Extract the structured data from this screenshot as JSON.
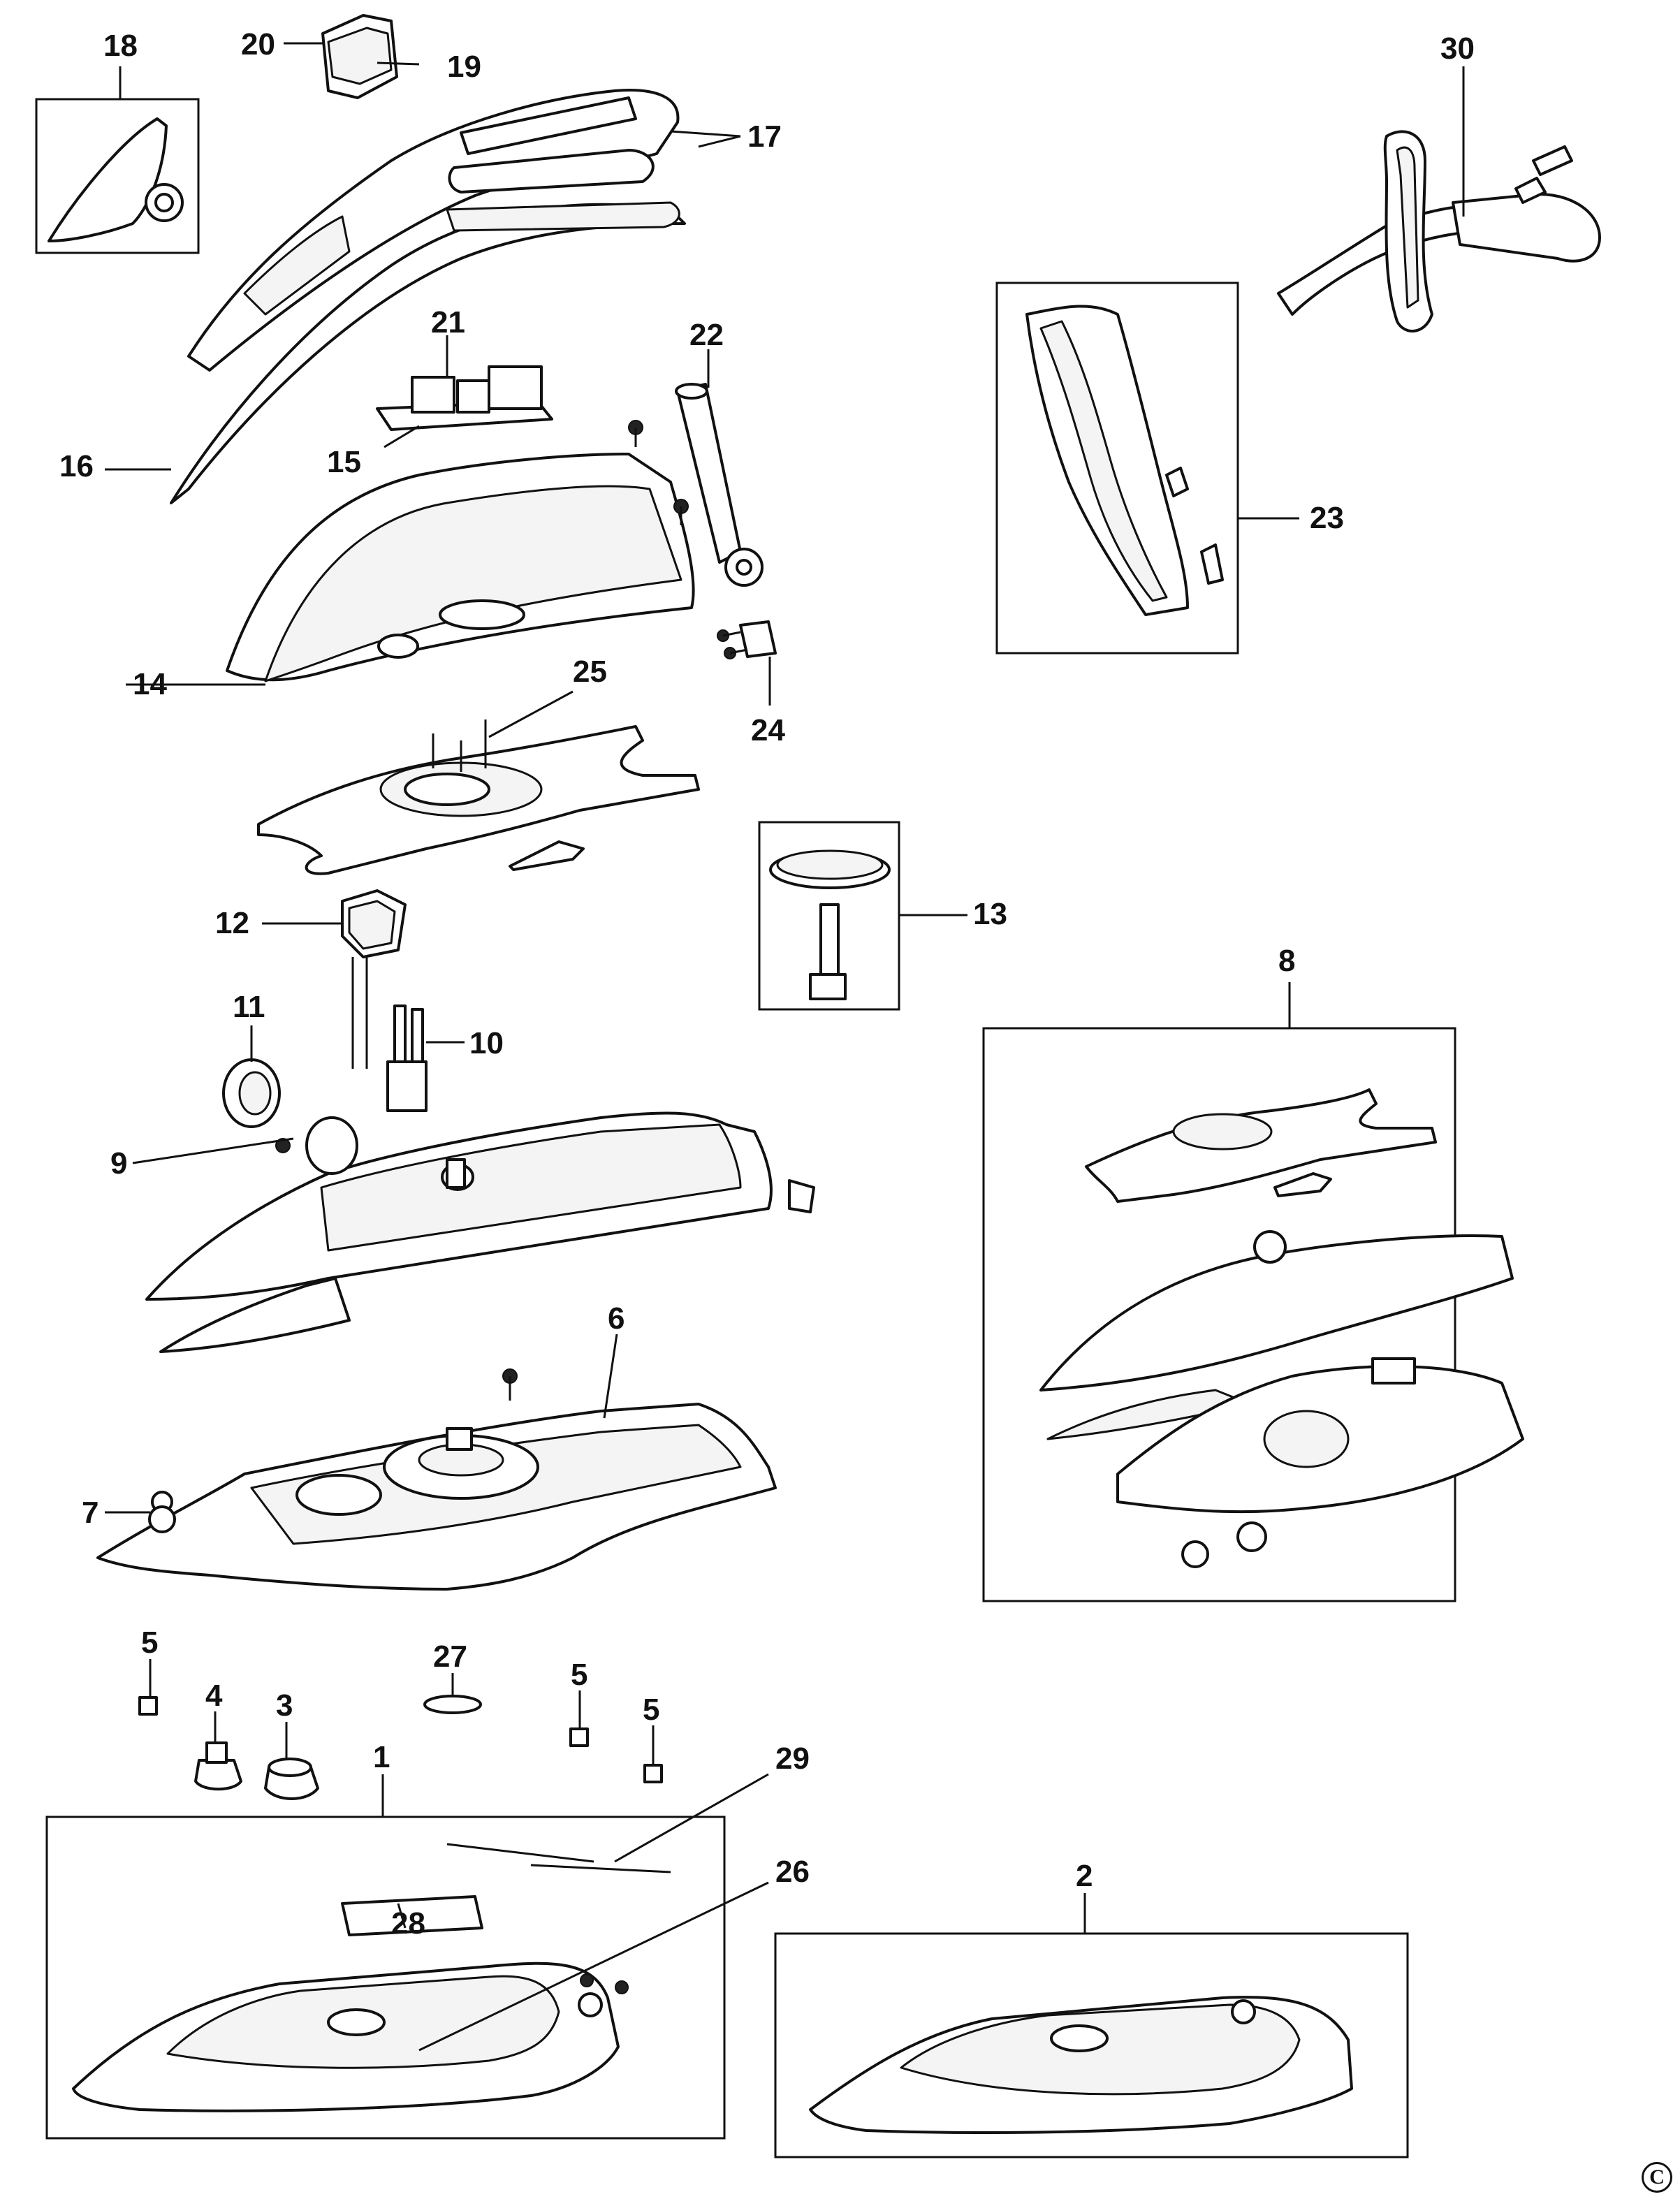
{
  "diagram": {
    "title": "Steam iron exploded parts diagram",
    "copyright_symbol": "C",
    "labels": {
      "p1": "1",
      "p2": "2",
      "p3": "3",
      "p4": "4",
      "p5a": "5",
      "p5b": "5",
      "p5c": "5",
      "p6": "6",
      "p7": "7",
      "p8": "8",
      "p9": "9",
      "p10": "10",
      "p11": "11",
      "p12": "12",
      "p13": "13",
      "p14": "14",
      "p15": "15",
      "p16": "16",
      "p17": "17",
      "p18": "18",
      "p19": "19",
      "p20": "20",
      "p21": "21",
      "p22": "22",
      "p23": "23",
      "p24": "24",
      "p25": "25",
      "p26": "26",
      "p27": "27",
      "p28": "28",
      "p29": "29",
      "p30": "30"
    }
  }
}
